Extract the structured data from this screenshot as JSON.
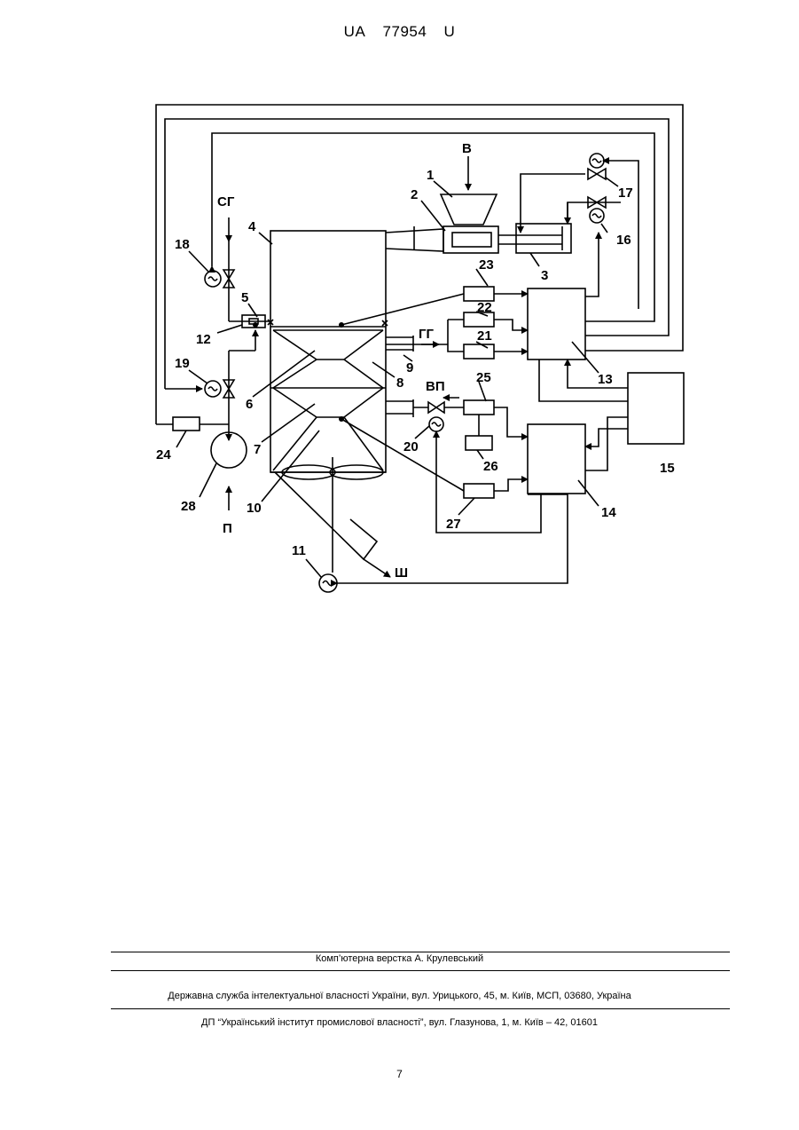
{
  "header": {
    "country": "UA",
    "number": "77954",
    "kind": "U"
  },
  "diagram": {
    "labels": {
      "n1": "1",
      "n2": "2",
      "n3": "3",
      "n4": "4",
      "n5": "5",
      "n6": "6",
      "n7": "7",
      "n8": "8",
      "n9": "9",
      "n10": "10",
      "n11": "11",
      "n12": "12",
      "n13": "13",
      "n14": "14",
      "n15": "15",
      "n16": "16",
      "n17": "17",
      "n18": "18",
      "n19": "19",
      "n20": "20",
      "n21": "21",
      "n22": "22",
      "n23": "23",
      "n24": "24",
      "n25": "25",
      "n26": "26",
      "n27": "27",
      "n28": "28"
    },
    "flows": {
      "b": "В",
      "sg": "СГ",
      "gg": "ГГ",
      "vp": "ВП",
      "p": "П",
      "sh": "Ш"
    }
  },
  "footer": {
    "layout_credit": "Комп’ютерна верстка А. Крулевський",
    "agency": "Державна служба інтелектуальної власності України, вул. Урицького, 45, м. Київ, МСП, 03680, Україна",
    "institute": "ДП “Український інститут промислової власності”, вул. Глазунова, 1, м. Київ – 42, 01601",
    "page_number": "7"
  }
}
